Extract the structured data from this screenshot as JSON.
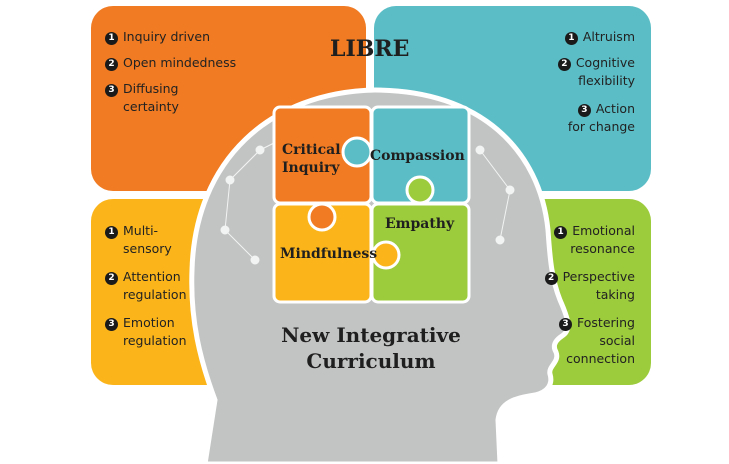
{
  "title": "LIBRE",
  "subtitle_line1": "New Integrative",
  "subtitle_line2": "Curriculum",
  "colors": {
    "orange": "#f07b22",
    "teal": "#5bbec6",
    "yellow": "#fbb51b",
    "green": "#9ccb3b",
    "head": "#c2c4c3"
  },
  "quadrants": {
    "critical_inquiry": {
      "label_line1": "Critical",
      "label_line2": "Inquiry",
      "items": [
        {
          "n": "1",
          "text": "Inquiry driven"
        },
        {
          "n": "2",
          "text": "Open mindedness"
        },
        {
          "n": "3",
          "text": "Diffusing",
          "text2": "certainty"
        }
      ]
    },
    "compassion": {
      "label": "Compassion",
      "items": [
        {
          "n": "1",
          "text": "Altruism"
        },
        {
          "n": "2",
          "text": "Cognitive",
          "text2": "flexibility"
        },
        {
          "n": "3",
          "text": "Action",
          "text2": "for change"
        }
      ]
    },
    "mindfulness": {
      "label": "Mindfulness",
      "items": [
        {
          "n": "1",
          "text": "Multi-",
          "text2": "sensory"
        },
        {
          "n": "2",
          "text": "Attention",
          "text2": "regulation"
        },
        {
          "n": "3",
          "text": "Emotion",
          "text2": "regulation"
        }
      ]
    },
    "empathy": {
      "label": "Empathy",
      "items": [
        {
          "n": "1",
          "text": "Emotional",
          "text2": "resonance"
        },
        {
          "n": "2",
          "text": "Perspective",
          "text2": "taking"
        },
        {
          "n": "3",
          "text": "Fostering",
          "text2": "social",
          "text3": "connection"
        }
      ]
    }
  }
}
